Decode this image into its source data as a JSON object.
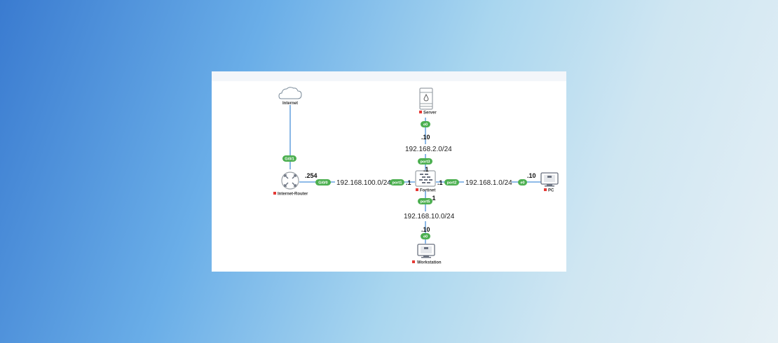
{
  "nodes": {
    "internet": {
      "label": "Internet"
    },
    "router": {
      "label": "Internet-Router",
      "ip": ".254",
      "ports": {
        "uplink": "Gi0/1",
        "lan": "Gi0/0"
      }
    },
    "firewall": {
      "label": "Fortinet",
      "ports": {
        "port1": "port1",
        "port2": "port2",
        "port3": "port3",
        "port5": "port5"
      },
      "ips": {
        "left": ".1",
        "right": ".1",
        "top": ".1",
        "bottom": ".1"
      }
    },
    "server": {
      "label": "Server",
      "ip": ".10",
      "port": "e0"
    },
    "pc": {
      "label": "PC",
      "ip": ".10",
      "port": "e0"
    },
    "workstation": {
      "label": "Workstation",
      "ip": ".10",
      "port": "e0"
    }
  },
  "subnets": {
    "wan": "192.168.100.0/24",
    "server": "192.168.2.0/24",
    "pc": "192.168.1.0/24",
    "workstation": "192.168.10.0/24"
  },
  "colors": {
    "link": "#4a90d9",
    "port_pill": "#4caf50",
    "status_red": "#e53935",
    "device_gray": "#9aa0a6"
  }
}
